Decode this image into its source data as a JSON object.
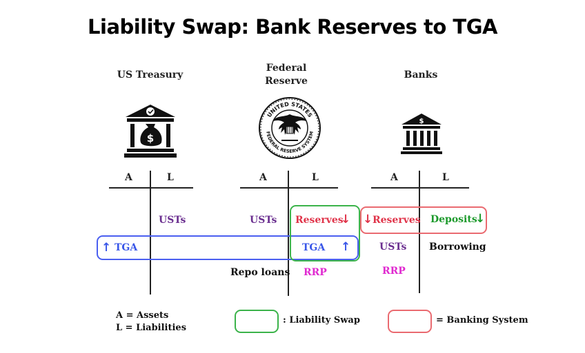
{
  "title": "Liability Swap: Bank Reserves to TGA",
  "columns": [
    {
      "name": "US Treasury",
      "icon": "treasury-building-icon"
    },
    {
      "name_lines": [
        "Federal",
        "Reserve"
      ],
      "icon": "federal-reserve-seal-icon"
    },
    {
      "name": "Banks",
      "icon": "bank-building-icon"
    }
  ],
  "seal": {
    "top_text": "UNITED STATES",
    "bottom_text": "FEDERAL RESERVE SYSTEM"
  },
  "t_accounts": {
    "assets_label": "A",
    "liabilities_label": "L"
  },
  "treasury": {
    "assets": [
      "TGA"
    ],
    "liabilities": [
      "USTs"
    ]
  },
  "fed": {
    "assets": [
      "USTs",
      "Repo loans"
    ],
    "liabilities": [
      "Reserves",
      "TGA",
      "RRP"
    ]
  },
  "banks": {
    "assets": [
      "Reserves",
      "USTs",
      "RRP"
    ],
    "liabilities": [
      "Deposits",
      "Borrowing"
    ]
  },
  "legend": {
    "assets_def": "A = Assets",
    "liabilities_def": "L = Liabilities",
    "green_box": ": Liability Swap",
    "red_box": "= Banking System"
  },
  "colors": {
    "purple": "#6a2e8f",
    "red": "#e0344a",
    "blue": "#3a57e8",
    "green": "#1d9a2c",
    "magenta": "#e02ad0",
    "box_green": "#3bb34a",
    "box_red": "#ea6a70",
    "box_blue": "#4a5ff0"
  }
}
